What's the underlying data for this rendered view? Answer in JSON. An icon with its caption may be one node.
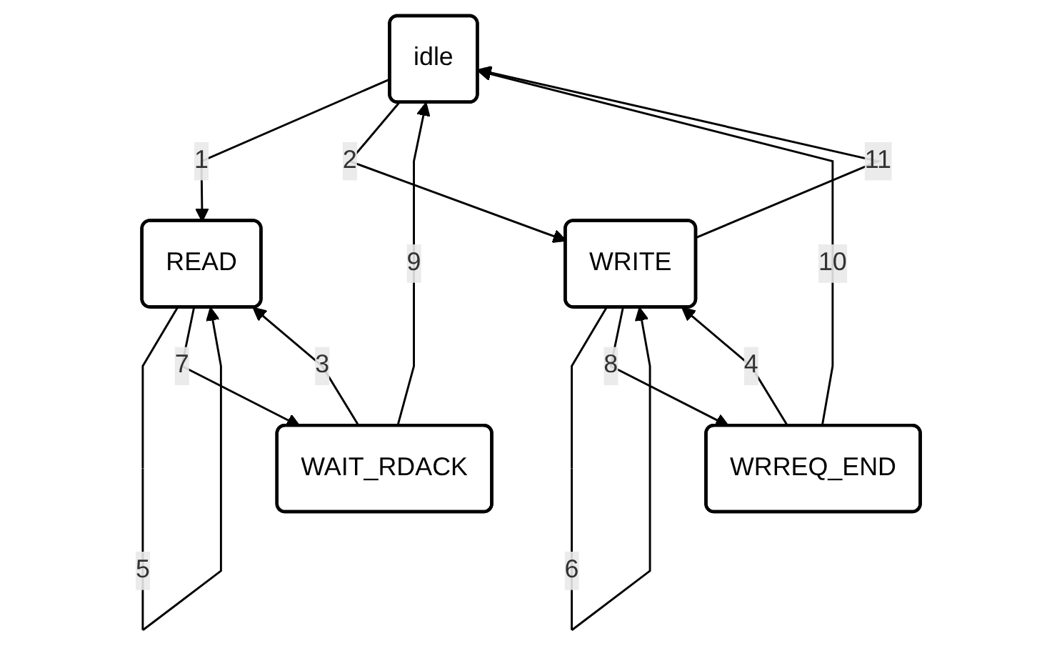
{
  "diagram": {
    "nodes": [
      {
        "text": [
          "idle"
        ]
      },
      {
        "text": [
          "READ"
        ]
      },
      {
        "text": [
          "WRITE"
        ]
      },
      {
        "text": [
          "WAIT_RDACK"
        ]
      },
      {
        "text": [
          "WRREQ_END"
        ]
      }
    ],
    "edges": [
      {
        "from": 0,
        "to": 1,
        "arrow": "to",
        "label": "1"
      },
      {
        "from": 0,
        "to": 2,
        "arrow": "to",
        "label": "2"
      },
      {
        "from": 3,
        "to": 1,
        "arrow": "to",
        "label": "3"
      },
      {
        "from": 4,
        "to": 2,
        "arrow": "to",
        "label": "4"
      },
      {
        "from": 1,
        "to": 1,
        "arrow": "to",
        "label": "5"
      },
      {
        "from": 2,
        "to": 2,
        "arrow": "to",
        "label": "6"
      },
      {
        "from": 1,
        "to": 3,
        "arrow": "to",
        "label": "7"
      },
      {
        "from": 2,
        "to": 4,
        "arrow": "to",
        "label": "8"
      },
      {
        "from": 3,
        "to": 0,
        "arrow": "to",
        "label": "9"
      },
      {
        "from": 4,
        "to": 0,
        "arrow": "to",
        "label": "10"
      },
      {
        "from": 2,
        "to": 0,
        "arrow": "to",
        "label": "11"
      }
    ]
  }
}
